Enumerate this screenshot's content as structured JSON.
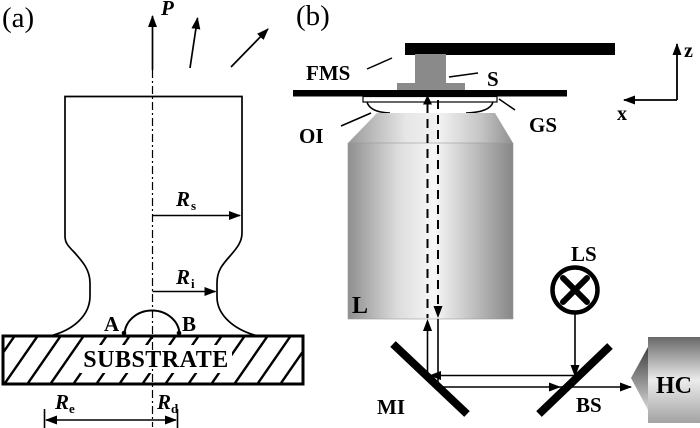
{
  "panel_a": {
    "label": "(a)",
    "pull_force": "P",
    "dims": {
      "rs": {
        "base": "R",
        "sub": "s"
      },
      "ri": {
        "base": "R",
        "sub": "i"
      },
      "re": {
        "base": "R",
        "sub": "e"
      },
      "rd": {
        "base": "R",
        "sub": "d"
      }
    },
    "contact_points": {
      "a": "A",
      "b": "B"
    },
    "substrate": "SUBSTRATE"
  },
  "panel_b": {
    "label": "(b)",
    "components": {
      "fms": "FMS",
      "sample": "S",
      "oil": "OI",
      "glass": "GS",
      "lens": "L",
      "light_source": "LS",
      "mirror": "MI",
      "beam_splitter": "BS",
      "camera": "HC"
    },
    "axes": {
      "z": "z",
      "x": "x"
    }
  },
  "colors": {
    "line": "#000000",
    "background": "#ffffff",
    "pedestal_gray": "#8a8a8a",
    "lens_edge_gray": "#8c8c8c",
    "lens_highlight": "#f7f7f7",
    "camera_dark": "#474747",
    "camera_light": "#ececec"
  }
}
